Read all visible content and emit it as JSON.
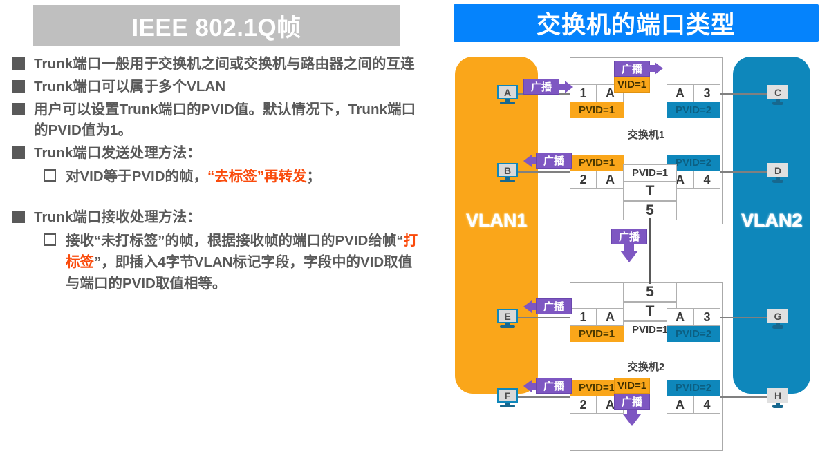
{
  "left": {
    "title": "IEEE 802.1Q帧",
    "bullets": [
      {
        "text": "Trunk端口一般用于交换机之间或交换机与路由器之间的互连"
      },
      {
        "text": "Trunk端口可以属于多个VLAN"
      },
      {
        "text": "用户可以设置Trunk端口的PVID值。默认情况下，Trunk端口的PVID值为1。"
      },
      {
        "text": "Trunk端口发送处理方法："
      }
    ],
    "sub_send": {
      "pre": "对VID等于PVID的帧，",
      "highlight": "“去标签”再转发",
      "post": "；"
    },
    "bullet_recv": "Trunk端口接收处理方法：",
    "sub_recv": {
      "pre": "接收“未打标签”的帧，根据接收帧的端口的PVID给帧“",
      "highlight": "打标签",
      "post": "”，即插入4字节VLAN标记字段，字段中的VID取值与端口的PVID取值相等。"
    }
  },
  "right": {
    "title": "交换机的端口类型",
    "vlan1_label": "VLAN1",
    "vlan2_label": "VLAN2",
    "switch1_name": "交换机1",
    "switch2_name": "交换机2",
    "broadcast_label": "广播",
    "vid_label": "VID=1",
    "pvid1_label": "PVID=1",
    "pvid2_label": "PVID=2",
    "trunk_tag": "T",
    "trunk_port": "5",
    "hosts": {
      "a": "A",
      "b": "B",
      "c": "C",
      "d": "D",
      "e": "E",
      "f": "F",
      "g": "G",
      "h": "H"
    },
    "switch1_ports": [
      {
        "port": "1",
        "mac": "A",
        "pvid": "PVID=1",
        "color": "orange"
      },
      {
        "port": "2",
        "mac": "A",
        "pvid": "PVID=1",
        "color": "orange"
      },
      {
        "port": "3",
        "mac": "A",
        "pvid": "PVID=2",
        "color": "teal"
      },
      {
        "port": "4",
        "mac": "A",
        "pvid": "PVID=2",
        "color": "teal"
      }
    ],
    "switch2_ports": [
      {
        "port": "1",
        "mac": "A",
        "pvid": "PVID=1",
        "color": "orange"
      },
      {
        "port": "2",
        "mac": "A",
        "pvid": "PVID=1",
        "color": "orange"
      },
      {
        "port": "3",
        "mac": "A",
        "pvid": "PVID=2",
        "color": "teal"
      },
      {
        "port": "4",
        "mac": "A",
        "pvid": "PVID=2",
        "color": "teal"
      }
    ]
  },
  "colors": {
    "gray_header": "#bfbfbf",
    "blue_header": "#0583fc",
    "vlan1_orange": "#faa61a",
    "vlan2_teal": "#0e87bb",
    "broadcast_purple": "#7e57c2",
    "text_gray": "#595959",
    "highlight_orange": "#fa4b0c"
  }
}
